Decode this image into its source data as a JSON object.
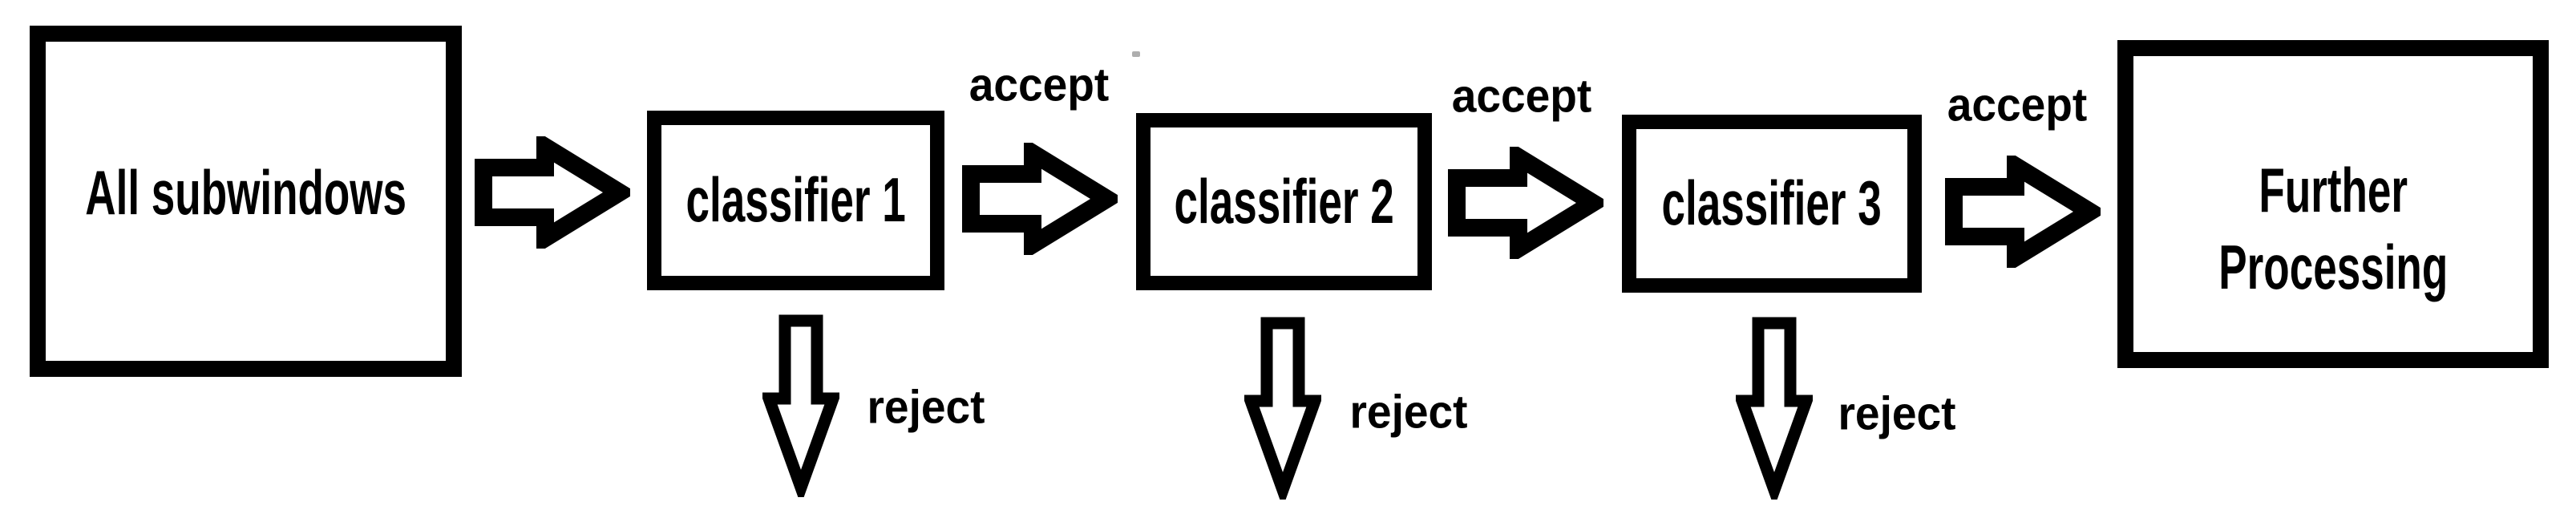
{
  "diagram": {
    "type": "flowchart",
    "description_boxes": 5,
    "boxes": {
      "all_subwindows": {
        "label": "All subwindows"
      },
      "classifier_1": {
        "label": "classifier 1"
      },
      "classifier_2": {
        "label": "classifier 2"
      },
      "classifier_3": {
        "label": "classifier 3"
      },
      "further_processing": {
        "line1": "Further",
        "line2": "Processing"
      }
    },
    "arrows": [
      {
        "from": "all_subwindows",
        "to": "classifier_1",
        "direction": "right",
        "label": ""
      },
      {
        "from": "classifier_1",
        "to": "classifier_2",
        "direction": "right",
        "label": "accept"
      },
      {
        "from": "classifier_2",
        "to": "classifier_3",
        "direction": "right",
        "label": "accept"
      },
      {
        "from": "classifier_3",
        "to": "further_processing",
        "direction": "right",
        "label": "accept"
      },
      {
        "from": "classifier_1",
        "to": "discard",
        "direction": "down",
        "label": "reject"
      },
      {
        "from": "classifier_2",
        "to": "discard",
        "direction": "down",
        "label": "reject"
      },
      {
        "from": "classifier_3",
        "to": "discard",
        "direction": "down",
        "label": "reject"
      }
    ],
    "colors": {
      "foreground": "#000000",
      "background": "#ffffff"
    }
  }
}
